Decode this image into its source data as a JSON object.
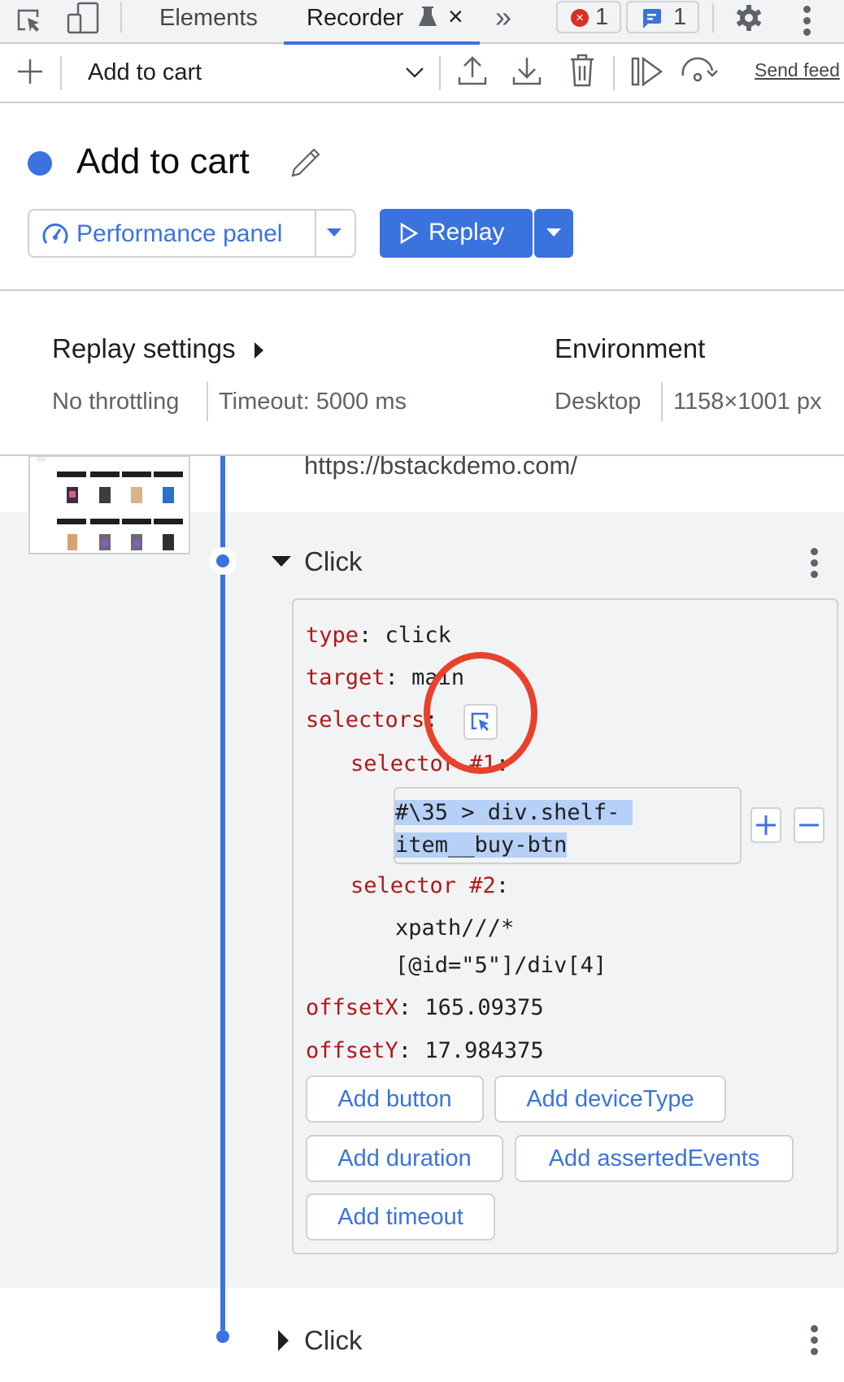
{
  "tabbar": {
    "tabs": [
      {
        "label": "Elements",
        "active": false
      },
      {
        "label": "Recorder",
        "active": true
      }
    ],
    "error_count": "1",
    "message_count": "1",
    "more_tabs_glyph": "»",
    "close_glyph": "×"
  },
  "toolbar": {
    "recording_select": "Add to cart",
    "feedback_link": "Send feed"
  },
  "header": {
    "title": "Add to cart",
    "performance_button": "Performance panel",
    "replay_button": "Replay"
  },
  "settings": {
    "replay_title": "Replay settings",
    "throttling": "No throttling",
    "timeout": "Timeout: 5000 ms",
    "environment_title": "Environment",
    "device": "Desktop",
    "viewport": "1158×1001 px"
  },
  "steps": {
    "navigate_url": "https://bstackdemo.com/",
    "current": {
      "title": "Click",
      "expanded": true,
      "fields": {
        "type_key": "type",
        "type_value": "click",
        "target_key": "target",
        "target_value": "main",
        "selectors_key": "selectors",
        "selector1_key": "selector #1",
        "selector1_line1": "#\\35 > div.shelf-",
        "selector1_line2": "item__buy-btn",
        "selector2_key": "selector #2",
        "selector2_line1": "xpath///*",
        "selector2_line2": "[@id=\"5\"]/div[4]",
        "offsetx_key": "offsetX",
        "offsetx_value": "165.09375",
        "offsety_key": "offsetY",
        "offsety_value": "17.984375"
      },
      "add_buttons": [
        "Add button",
        "Add deviceType",
        "Add duration",
        "Add assertedEvents",
        "Add timeout"
      ]
    },
    "next": {
      "title": "Click",
      "expanded": false
    }
  },
  "colors": {
    "accent": "#3b73de",
    "key_red": "#b0191b",
    "annotation_red": "#e8412c",
    "selection": "#b6d0f7"
  }
}
